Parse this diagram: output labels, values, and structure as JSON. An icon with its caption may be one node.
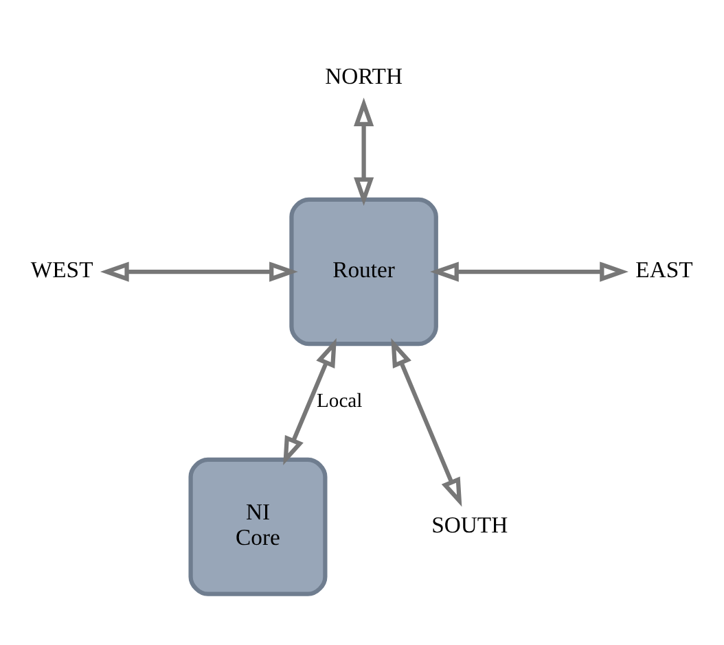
{
  "diagram": {
    "nodes": [
      {
        "text": [
          "NORTH"
        ]
      },
      {
        "text": [
          "WEST"
        ]
      },
      {
        "text": [
          "Router"
        ]
      },
      {
        "text": [
          "EAST"
        ]
      },
      {
        "text": [
          "NI",
          "Core"
        ]
      },
      {
        "text": [
          "SOUTH"
        ]
      }
    ],
    "edges": [
      {
        "from": 0,
        "to": 2,
        "arrow": "both"
      },
      {
        "from": 1,
        "to": 2,
        "arrow": "both"
      },
      {
        "from": 2,
        "to": 3,
        "arrow": "both"
      },
      {
        "from": 2,
        "to": 4,
        "arrow": "both",
        "label": "Local"
      },
      {
        "from": 2,
        "to": 5,
        "arrow": "both"
      }
    ]
  }
}
